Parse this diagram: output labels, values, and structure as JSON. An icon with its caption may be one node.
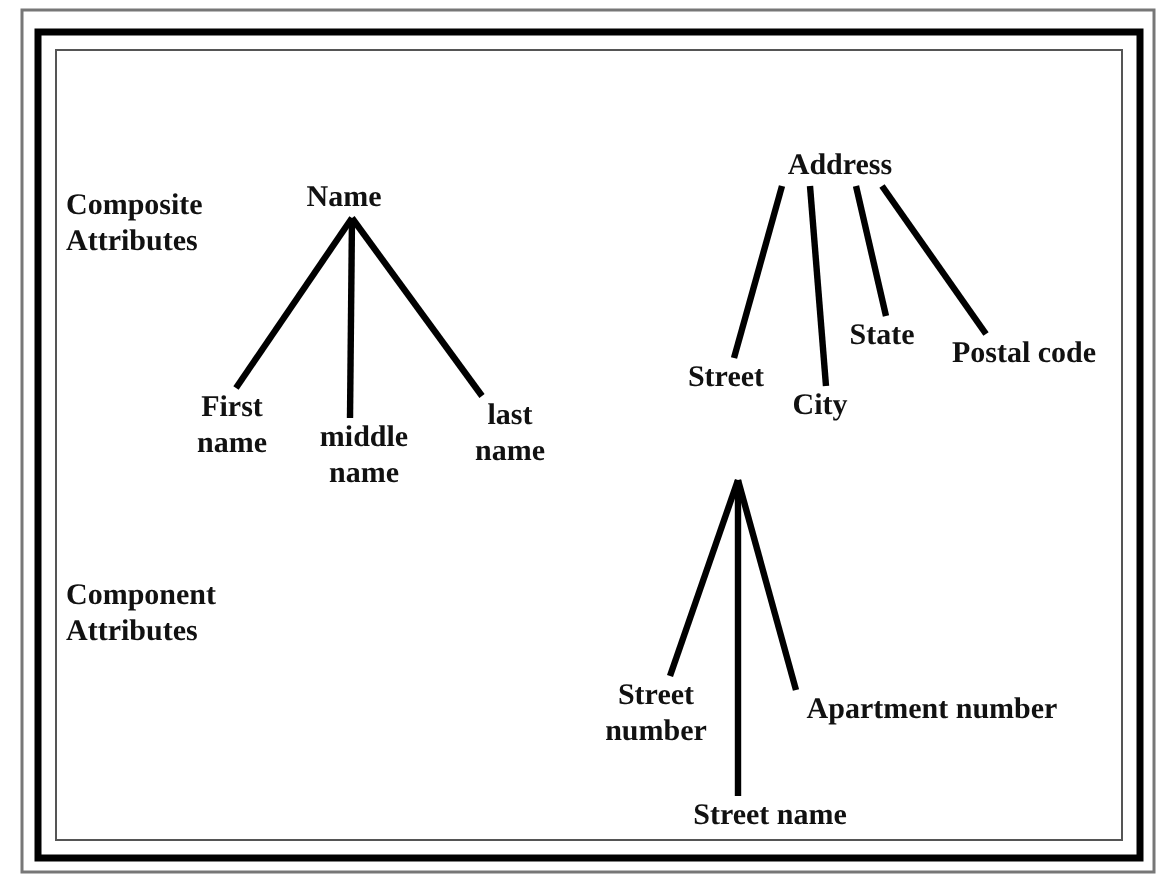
{
  "diagram": {
    "nodes": [
      {
        "text": [
          "Name"
        ]
      },
      {
        "text": [
          "First name"
        ]
      },
      {
        "text": [
          "middle name"
        ]
      },
      {
        "text": [
          "last name"
        ]
      },
      {
        "text": [
          "Address"
        ]
      },
      {
        "text": [
          "Street"
        ]
      },
      {
        "text": [
          "City"
        ]
      },
      {
        "text": [
          "State"
        ]
      },
      {
        "text": [
          "Postal code"
        ]
      },
      {
        "text": [
          "Street number"
        ]
      },
      {
        "text": [
          "Apartment number"
        ]
      },
      {
        "text": [
          "Street name"
        ]
      }
    ],
    "edges": [
      {
        "from": 0,
        "to": 1,
        "arrow": "none"
      },
      {
        "from": 0,
        "to": 2,
        "arrow": "none"
      },
      {
        "from": 0,
        "to": 3,
        "arrow": "none"
      },
      {
        "from": 4,
        "to": 5,
        "arrow": "none"
      },
      {
        "from": 4,
        "to": 6,
        "arrow": "none"
      },
      {
        "from": 4,
        "to": 7,
        "arrow": "none"
      },
      {
        "from": 4,
        "to": 8,
        "arrow": "none"
      },
      {
        "from": null,
        "to": 9,
        "arrow": "none"
      },
      {
        "from": null,
        "to": 11,
        "arrow": "none"
      },
      {
        "from": null,
        "to": 10,
        "arrow": "none"
      }
    ],
    "labels": [
      "Composite Attributes",
      "Component Attributes"
    ]
  }
}
